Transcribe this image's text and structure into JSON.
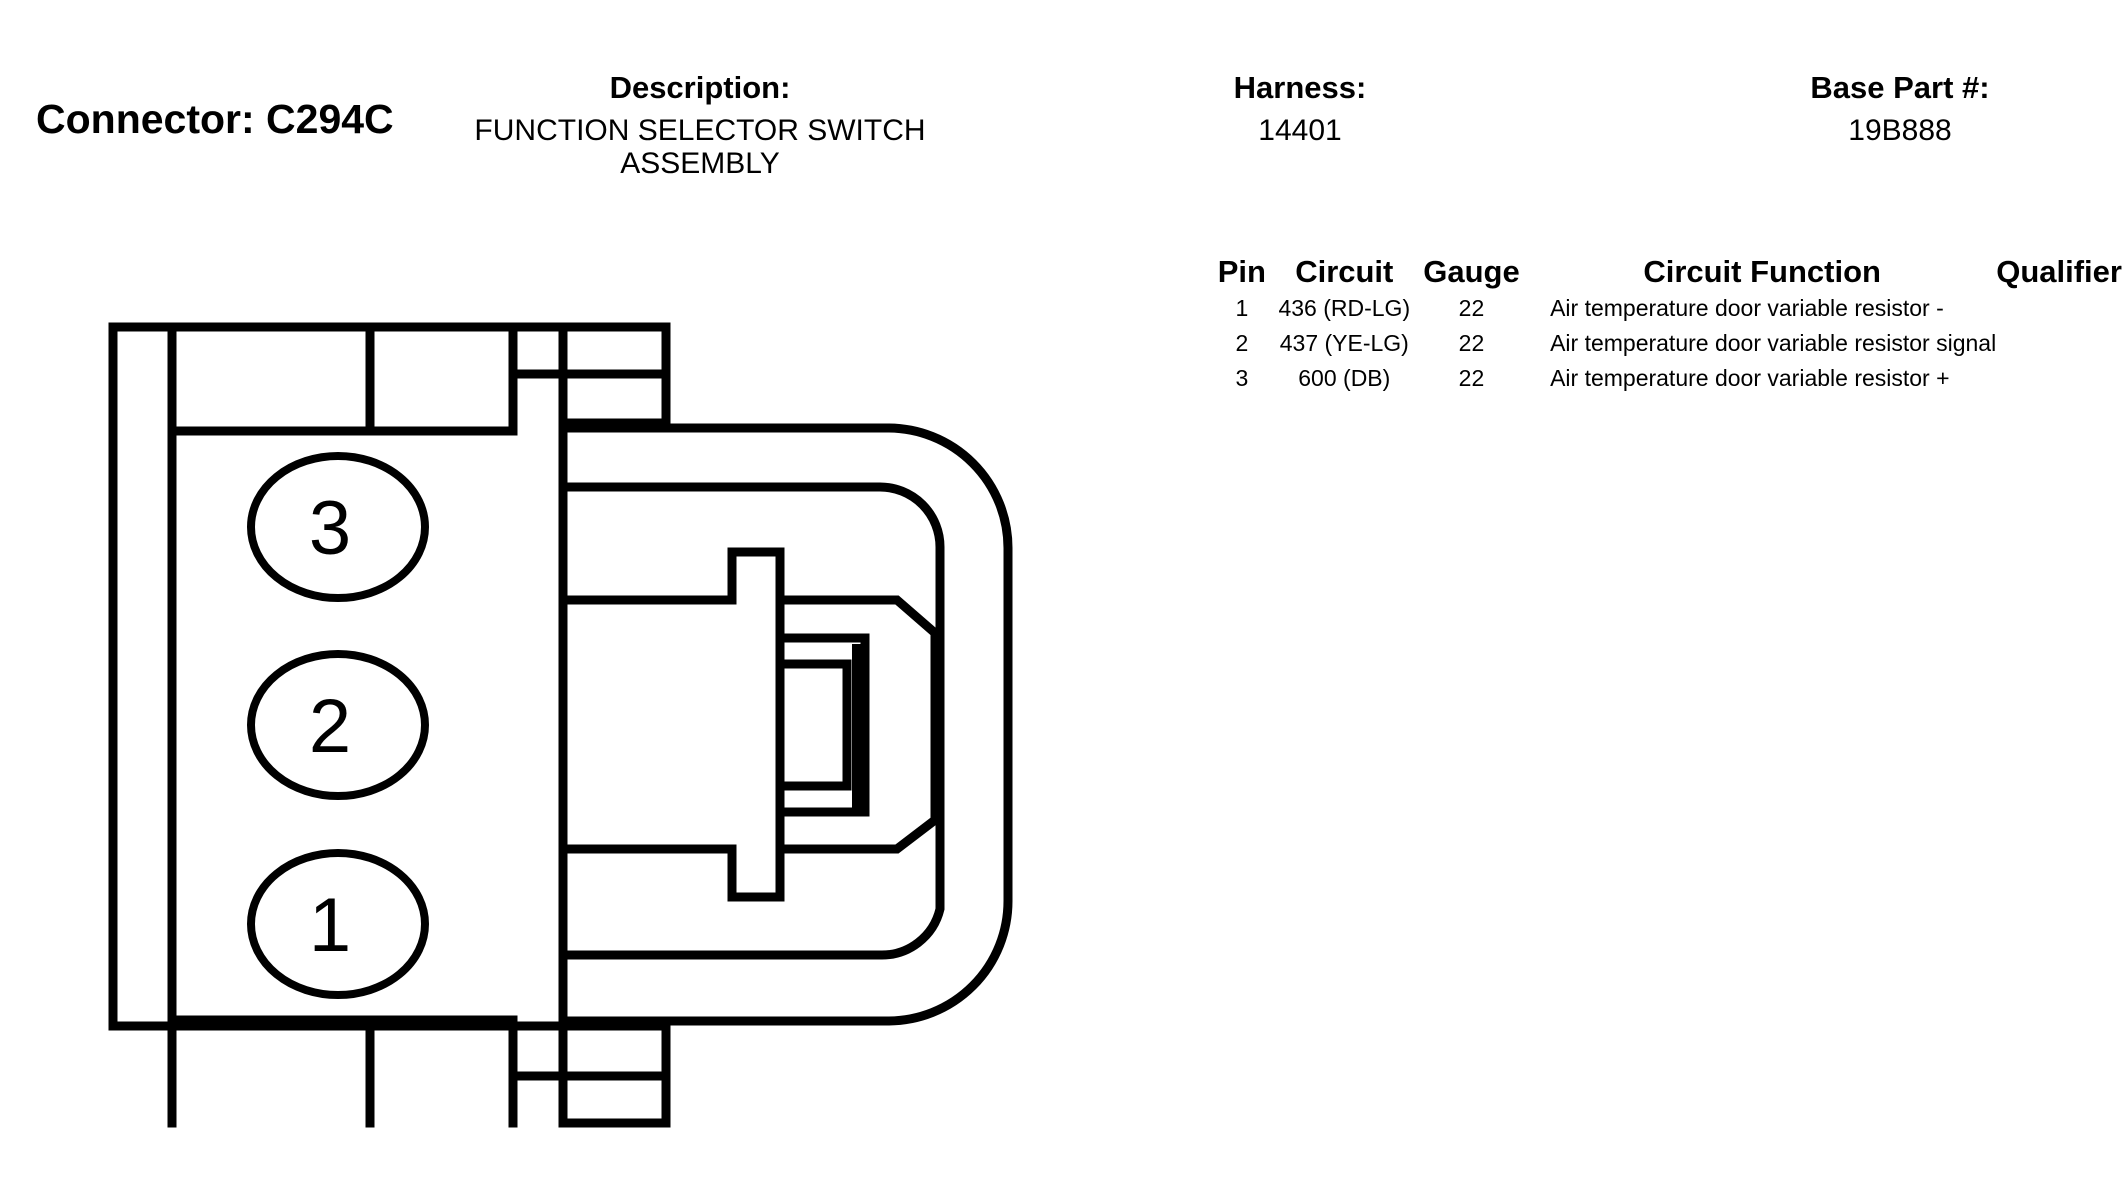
{
  "connector": {
    "title": "Connector: C294C"
  },
  "description": {
    "label": "Description:",
    "value": "FUNCTION SELECTOR SWITCH ASSEMBLY"
  },
  "harness": {
    "label": "Harness:",
    "value": "14401"
  },
  "base_part": {
    "label": "Base Part #:",
    "value": "19B888"
  },
  "pin_table": {
    "headers": {
      "pin": "Pin",
      "circuit": "Circuit",
      "gauge": "Gauge",
      "function": "Circuit Function",
      "qualifier": "Qualifier"
    },
    "rows": [
      {
        "pin": "1",
        "circuit": "436 (RD-LG)",
        "gauge": "22",
        "function": "Air temperature door variable resistor -",
        "qualifier": ""
      },
      {
        "pin": "2",
        "circuit": "437 (YE-LG)",
        "gauge": "22",
        "function": "Air temperature door variable resistor signal",
        "qualifier": ""
      },
      {
        "pin": "3",
        "circuit": "600 (DB)",
        "gauge": "22",
        "function": "Air temperature door variable resistor +",
        "qualifier": ""
      }
    ]
  },
  "diagram": {
    "pins": [
      "3",
      "2",
      "1"
    ],
    "line_color": "#000000",
    "background": "#ffffff"
  }
}
